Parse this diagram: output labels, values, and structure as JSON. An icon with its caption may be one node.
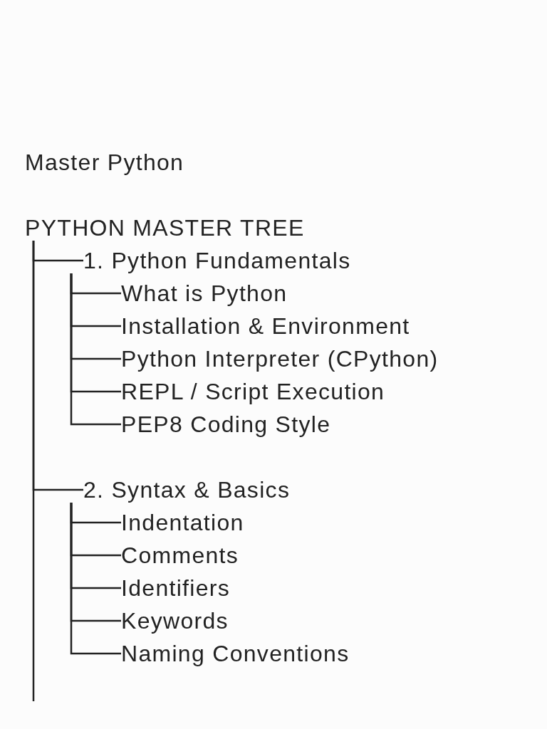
{
  "diagram": {
    "title": "Master Python",
    "nodes": [
      {
        "text": [
          "PYTHON MASTER TREE"
        ]
      },
      {
        "text": [
          "1. Python Fundamentals"
        ]
      },
      {
        "text": [
          "What is Python"
        ]
      },
      {
        "text": [
          "Installation & Environment"
        ]
      },
      {
        "text": [
          "Python Interpreter (CPython)"
        ]
      },
      {
        "text": [
          "REPL / Script Execution"
        ]
      },
      {
        "text": [
          "PEP8 Coding Style"
        ]
      },
      {
        "text": [
          "2. Syntax & Basics"
        ]
      },
      {
        "text": [
          "Indentation"
        ]
      },
      {
        "text": [
          "Comments"
        ]
      },
      {
        "text": [
          "Identifiers"
        ]
      },
      {
        "text": [
          "Keywords"
        ]
      },
      {
        "text": [
          "Naming Conventions"
        ]
      }
    ],
    "edges": [
      {
        "from": 0,
        "to": 1,
        "arrow": "none"
      },
      {
        "from": 1,
        "to": 2,
        "arrow": "none"
      },
      {
        "from": 1,
        "to": 3,
        "arrow": "none"
      },
      {
        "from": 1,
        "to": 4,
        "arrow": "none"
      },
      {
        "from": 1,
        "to": 5,
        "arrow": "none"
      },
      {
        "from": 1,
        "to": 6,
        "arrow": "none"
      },
      {
        "from": 0,
        "to": 7,
        "arrow": "none"
      },
      {
        "from": 7,
        "to": 8,
        "arrow": "none"
      },
      {
        "from": 7,
        "to": 9,
        "arrow": "none"
      },
      {
        "from": 7,
        "to": 10,
        "arrow": "none"
      },
      {
        "from": 7,
        "to": 11,
        "arrow": "none"
      },
      {
        "from": 7,
        "to": 12,
        "arrow": "none"
      },
      {
        "from": 0,
        "to": null,
        "arrow": "none"
      }
    ]
  }
}
